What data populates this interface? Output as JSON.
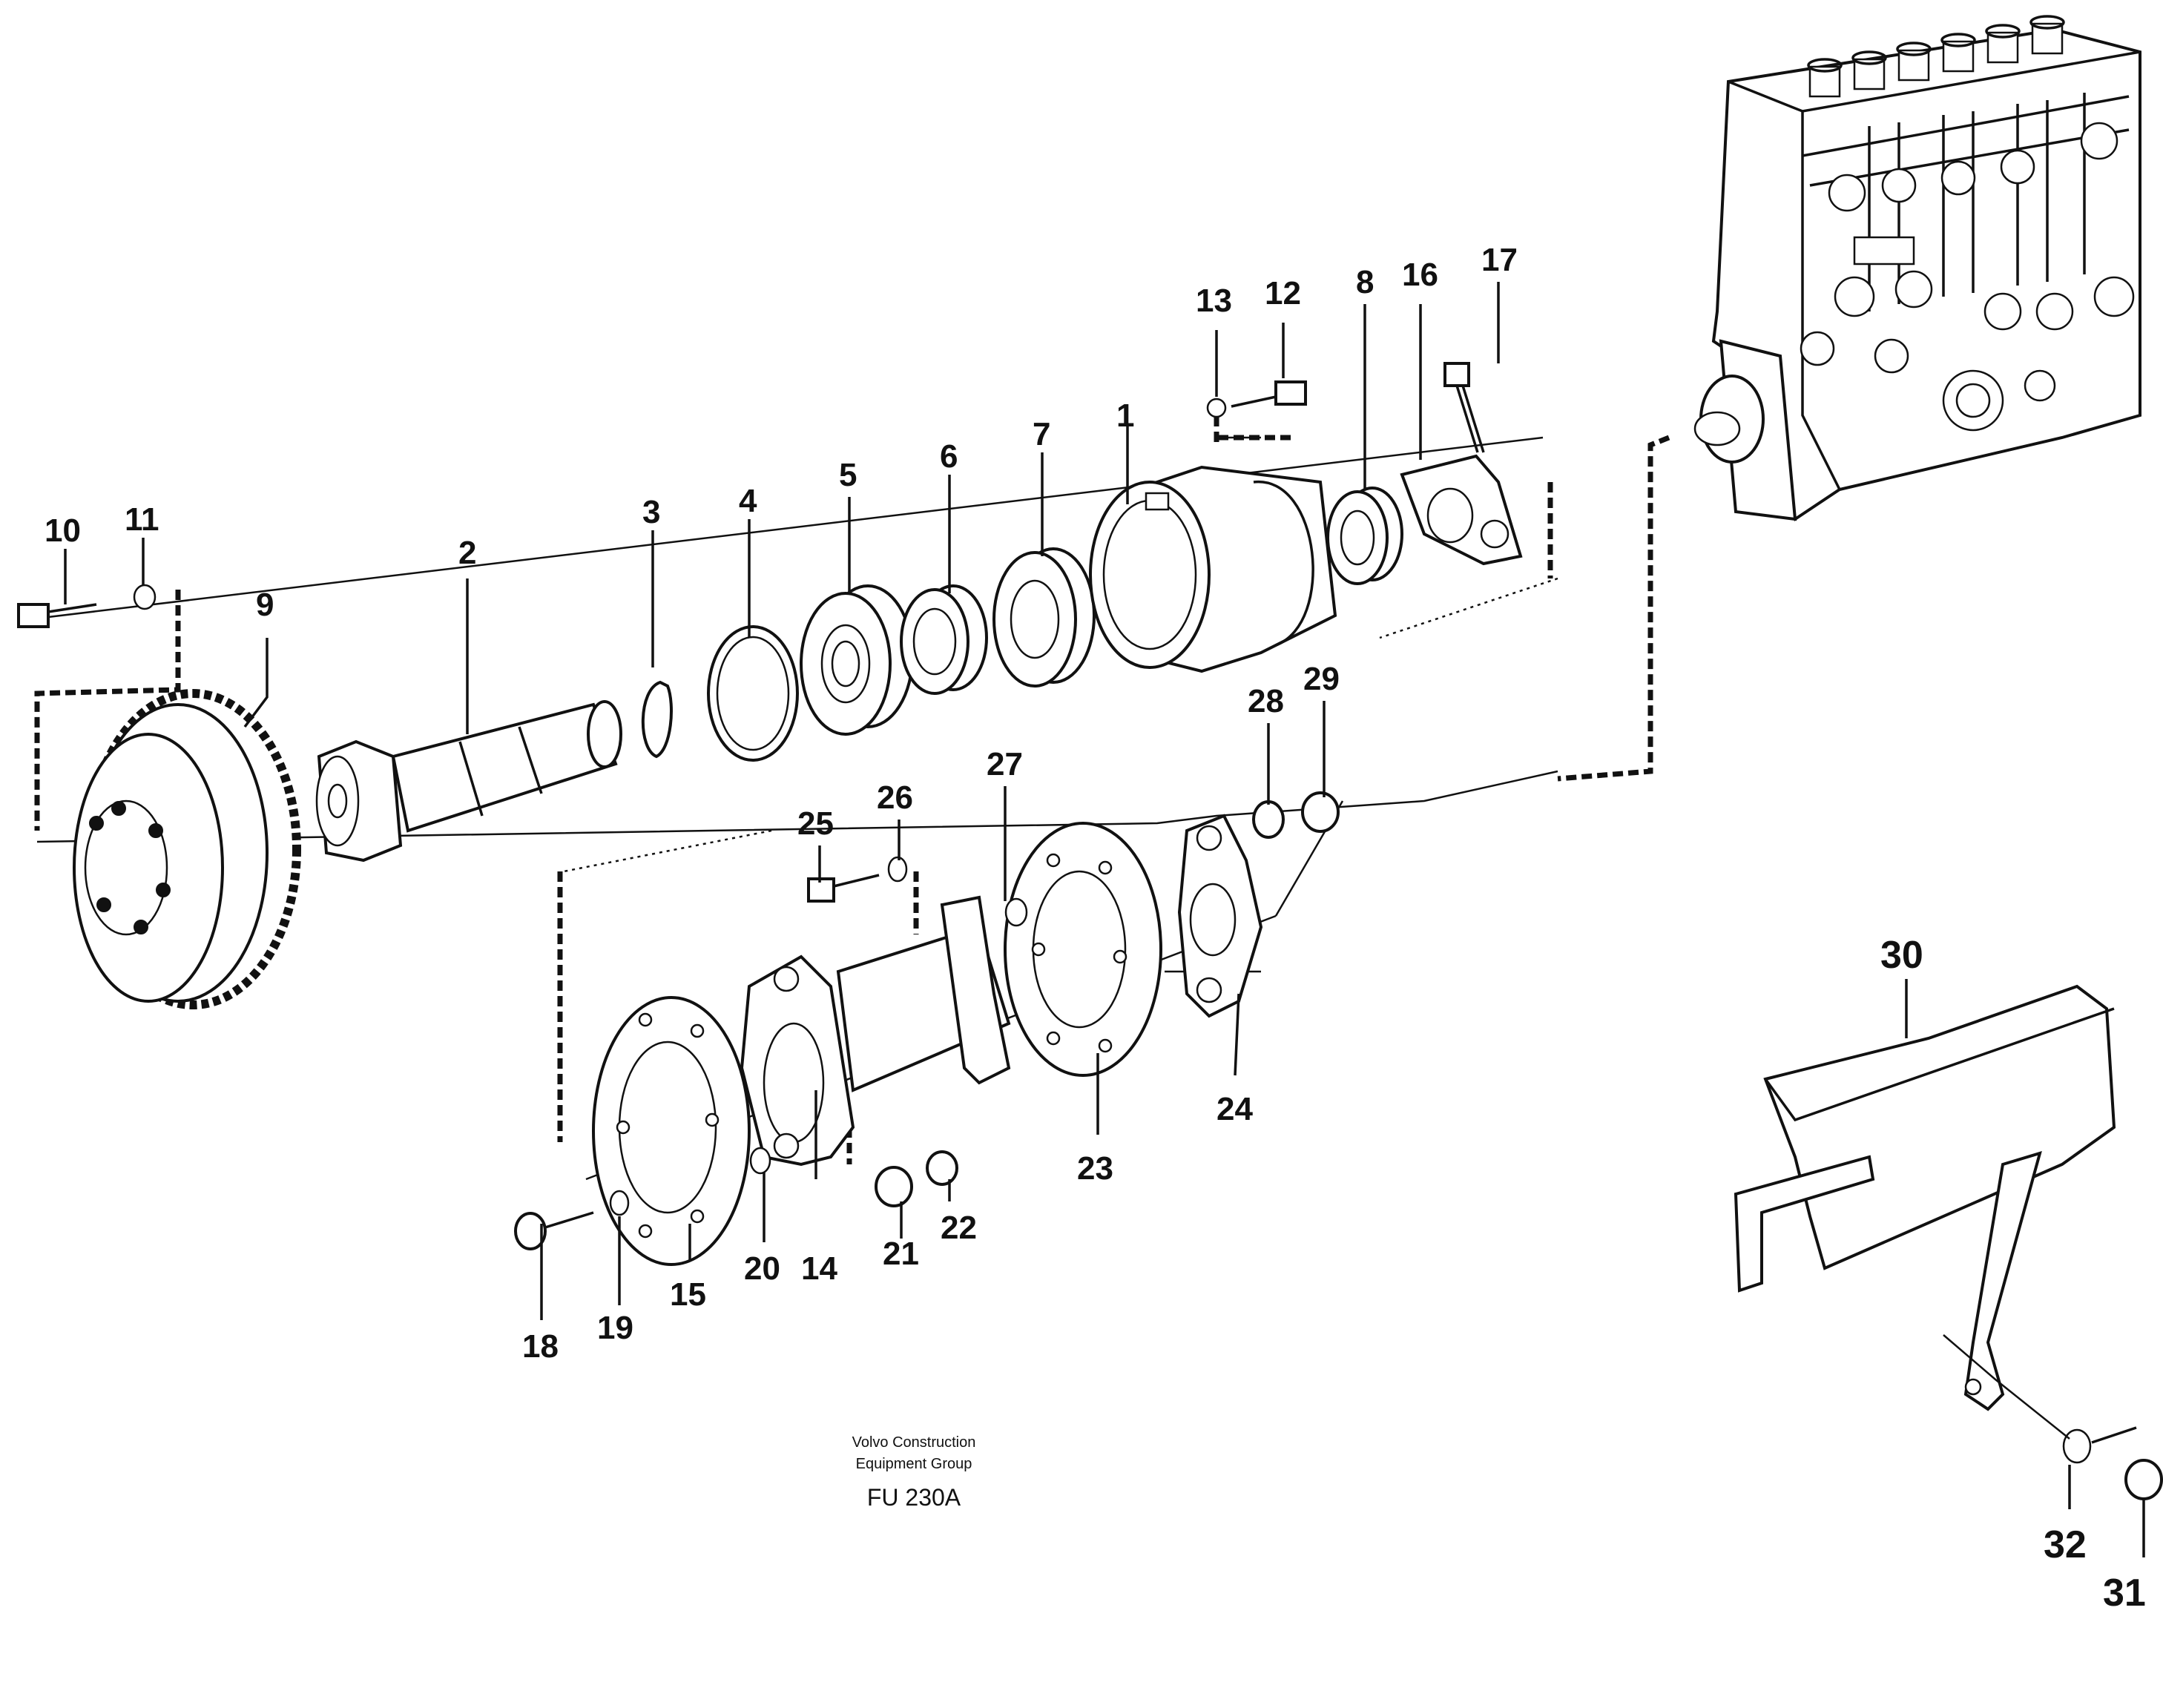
{
  "footer": {
    "credit_line1": "Volvo Construction",
    "credit_line2": "Equipment Group",
    "figure_code": "FU 230A"
  },
  "part_labels": [
    "1",
    "2",
    "3",
    "4",
    "5",
    "6",
    "7",
    "8",
    "9",
    "10",
    "11",
    "12",
    "13",
    "14",
    "15",
    "16",
    "17",
    "18",
    "19",
    "20",
    "21",
    "22",
    "23",
    "24",
    "25",
    "26",
    "27",
    "28",
    "29",
    "30",
    "31",
    "32"
  ],
  "components": {
    "pump_body": "injection-pump-icon",
    "gear": "drive-gear-icon",
    "shaft": "drive-shaft-icon",
    "bearing": "ball-bearing-icon",
    "housing": "bearing-housing-icon",
    "coupling": "coupling-flange-icon",
    "guard": "protective-cover-icon",
    "fasteners": "bolt-icon"
  }
}
